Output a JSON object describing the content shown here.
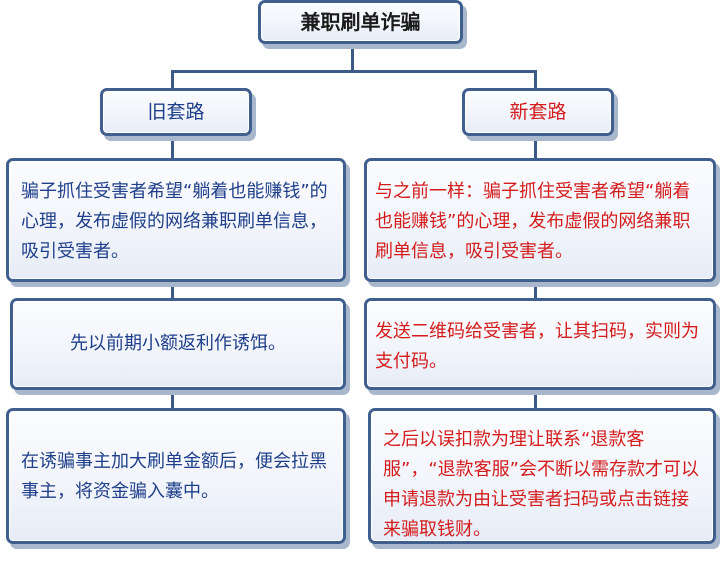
{
  "title": "兼职刷单诈骗",
  "columns": [
    {
      "header": "旧套路",
      "color": "#1f3f8a",
      "steps": [
        "骗子抓住受害者希望“躺着也能赚钱”的心理，发布虚假的网络兼职刷单信息，吸引受害者。",
        "先以前期小额返利作诱饵。",
        "在诱骗事主加大刷单金额后，便会拉黑事主，将资金骗入囊中。"
      ]
    },
    {
      "header": "新套路",
      "color": "#d41c1c",
      "steps": [
        "与之前一样：骗子抓住受害者希望“躺着也能赚钱”的心理，发布虚假的网络兼职刷单信息，吸引受害者。",
        "发送二维码给受害者，让其扫码，实则为支付码。",
        "之后以误扣款为理让联系“退款客服”，“退款客服”会不断以需存款才可以申请退款为由让受害者扫码或点击链接来骗取钱财。"
      ]
    }
  ]
}
